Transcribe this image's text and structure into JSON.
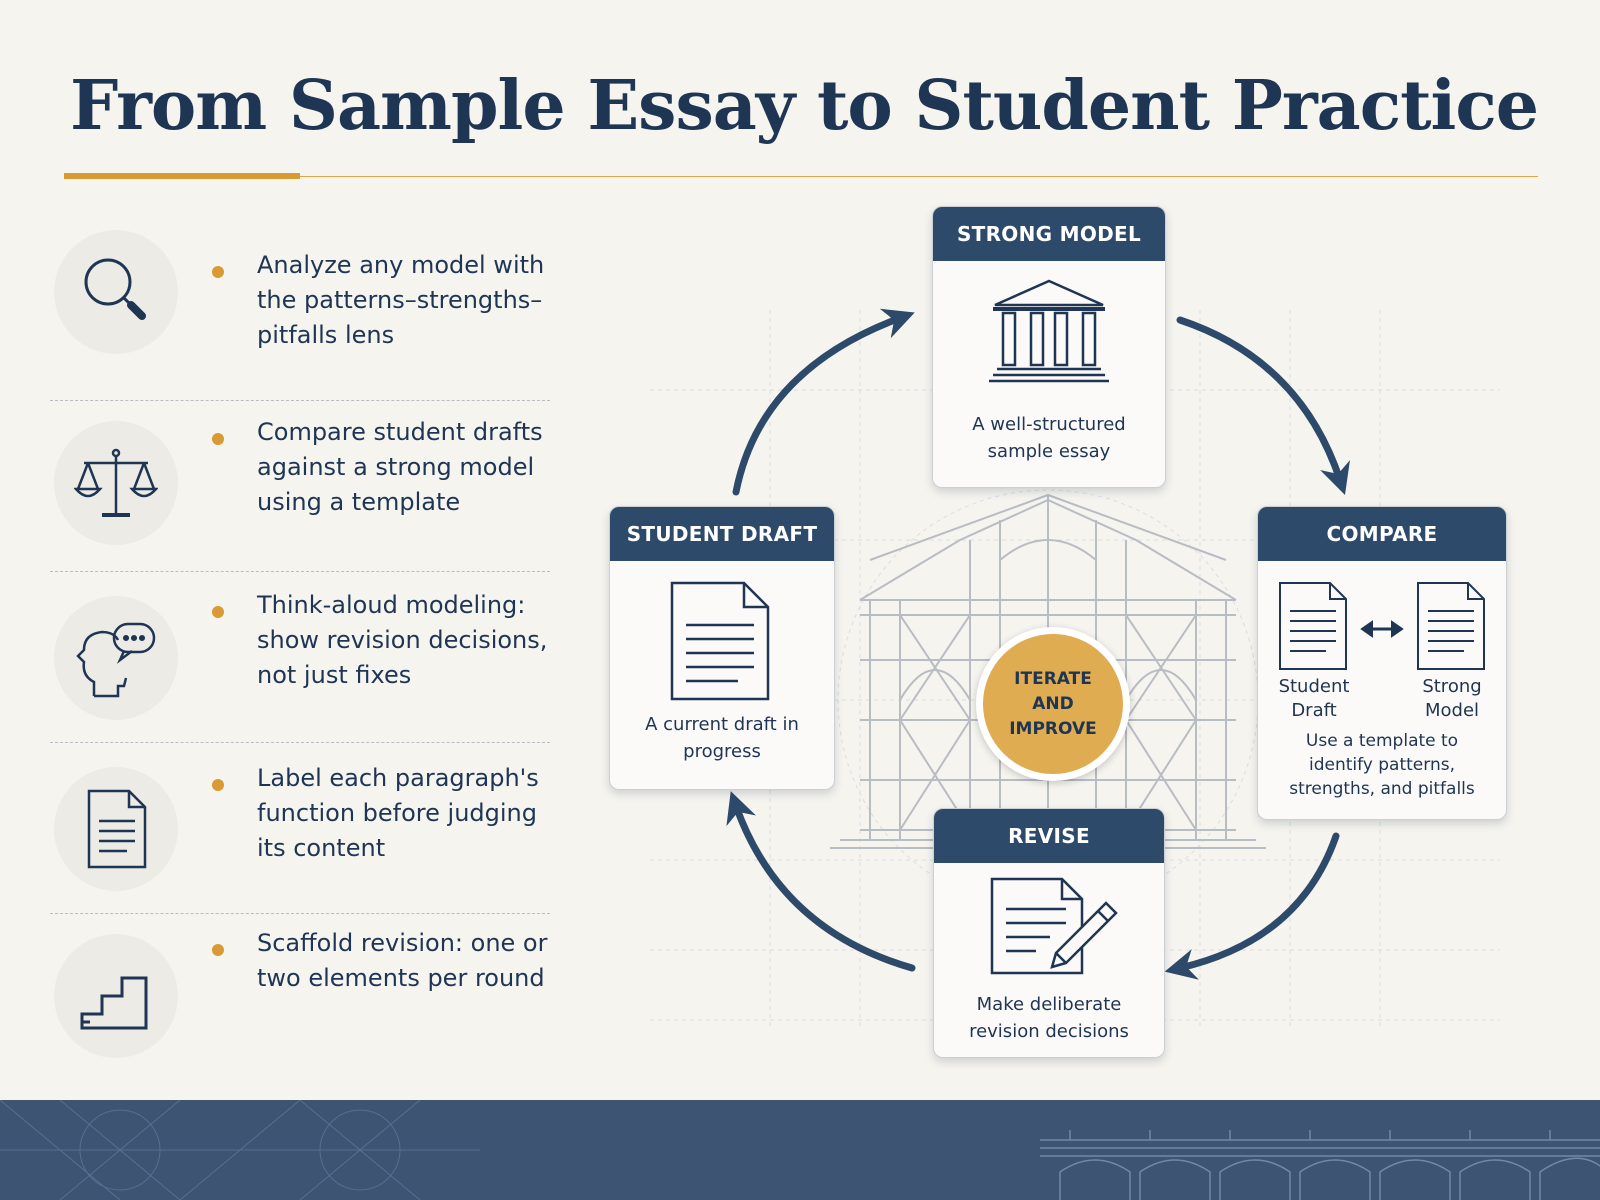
{
  "title": "From Sample Essay to Student Practice",
  "strategies": [
    {
      "icon": "magnifying-glass-icon",
      "text": "Analyze any model with the patterns–strengths–pitfalls lens"
    },
    {
      "icon": "balance-scale-icon",
      "text": "Compare student drafts against a strong model using a template"
    },
    {
      "icon": "think-aloud-head-icon",
      "text": "Think-aloud modeling: show revision decisions, not just fixes"
    },
    {
      "icon": "document-icon",
      "text": "Label each paragraph's function before judging its content"
    },
    {
      "icon": "stairs-icon",
      "text": "Scaffold revision: one or two elements per round"
    }
  ],
  "cycle": {
    "center": "ITERATE\nAND\nIMPROVE",
    "strong_model": {
      "title": "STRONG MODEL",
      "caption": "A well-structured sample essay",
      "icon": "classical-building-icon"
    },
    "compare": {
      "title": "COMPARE",
      "left_label": "Student Draft",
      "right_label": "Strong Model",
      "caption": "Use a template to identify patterns, strengths, and pitfalls",
      "icon": "compare-documents-icon"
    },
    "revise": {
      "title": "REVISE",
      "caption": "Make deliberate revision decisions",
      "icon": "document-pencil-icon"
    },
    "student_draft": {
      "title": "STUDENT DRAFT",
      "caption": "A current draft in progress",
      "icon": "draft-document-icon"
    }
  },
  "colors": {
    "navy": "#2d4a6b",
    "gold": "#d99a34",
    "background": "#f6f4ef",
    "footer": "#3d5573"
  }
}
